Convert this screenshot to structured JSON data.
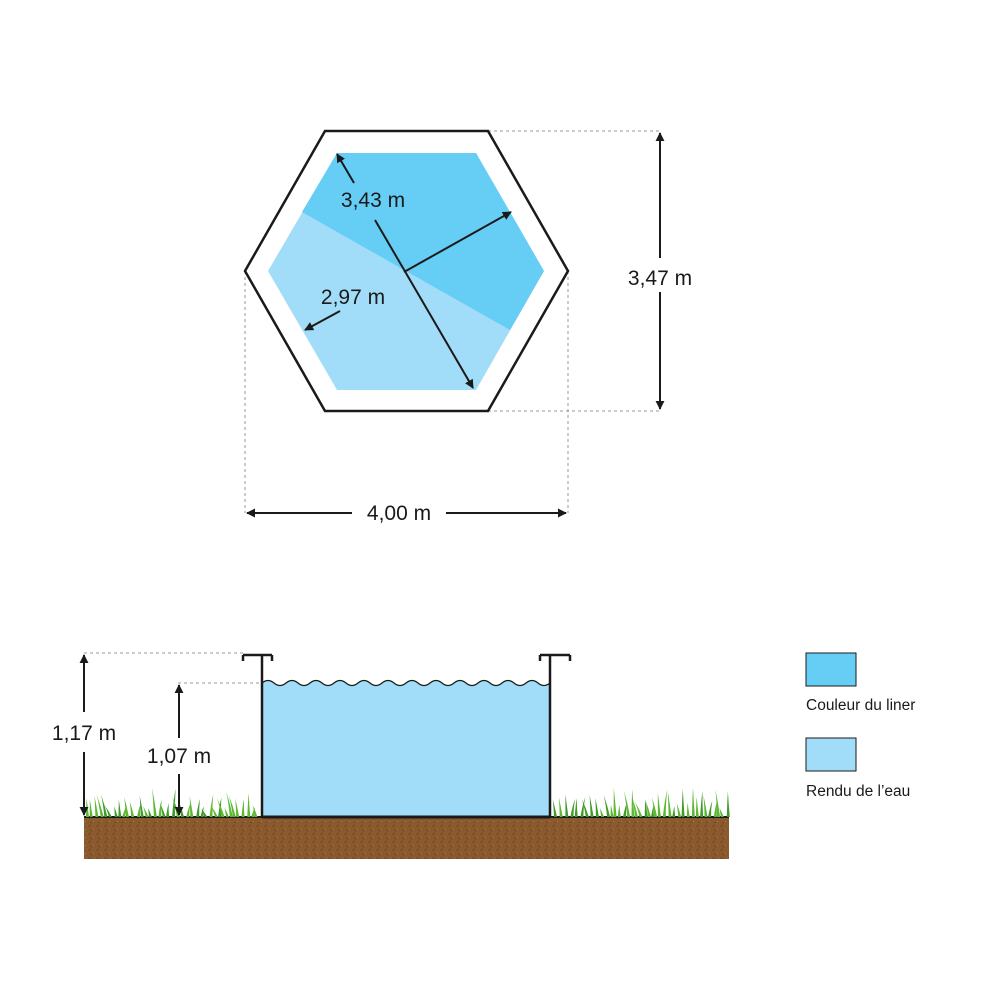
{
  "top_view": {
    "diagonal_label": "3,43 m",
    "inner_width_label": "2,97 m",
    "height_label": "3,47 m",
    "width_label": "4,00 m"
  },
  "side_view": {
    "total_height_label": "1,17 m",
    "water_height_label": "1,07 m"
  },
  "legend": {
    "items": [
      {
        "label": "Couleur du liner",
        "color": "#66cdf5"
      },
      {
        "label": "Rendu de l’eau",
        "color": "#a1dcf8"
      }
    ]
  },
  "colors": {
    "liner": "#66cdf5",
    "water": "#a1dcf8",
    "soil": "#8a5a2e",
    "grass": "#3f9a2a",
    "outline": "#1a1a1a"
  }
}
